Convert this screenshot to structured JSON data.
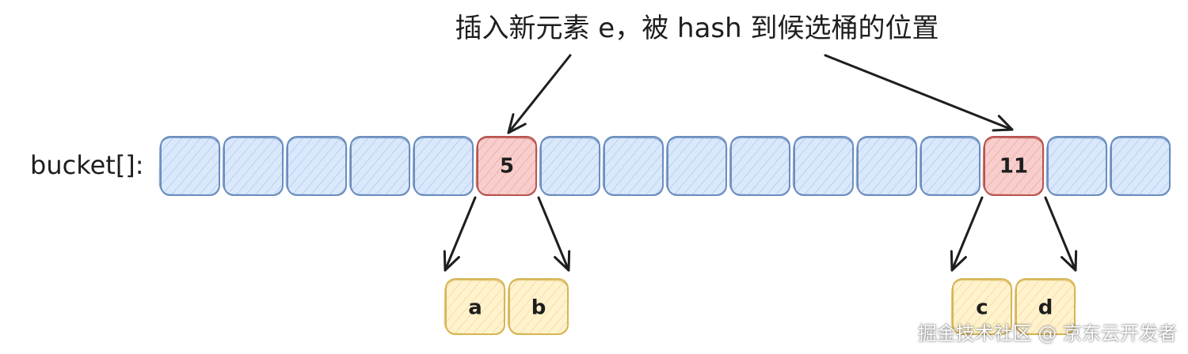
{
  "title": "插入新元素 e，被 hash 到候选桶的位置",
  "bucket_label": "bucket[]:",
  "bucket": {
    "count": 16,
    "highlighted": [
      {
        "index": 5,
        "label": "5"
      },
      {
        "index": 13,
        "label": "11"
      }
    ]
  },
  "chains": [
    {
      "from_label": "5",
      "items": [
        "a",
        "b"
      ]
    },
    {
      "from_label": "11",
      "items": [
        "c",
        "d"
      ]
    }
  ],
  "colors": {
    "bucket_stroke": "#6c8ebf",
    "bucket_fill": "#dae8fc",
    "highlight_stroke": "#b85450",
    "highlight_fill": "#f8cecc",
    "item_stroke": "#d6b656",
    "item_fill": "#fff2cc",
    "arrow": "#1e1e1e"
  },
  "watermark": "掘金技术社区 @ 京东云开发者"
}
